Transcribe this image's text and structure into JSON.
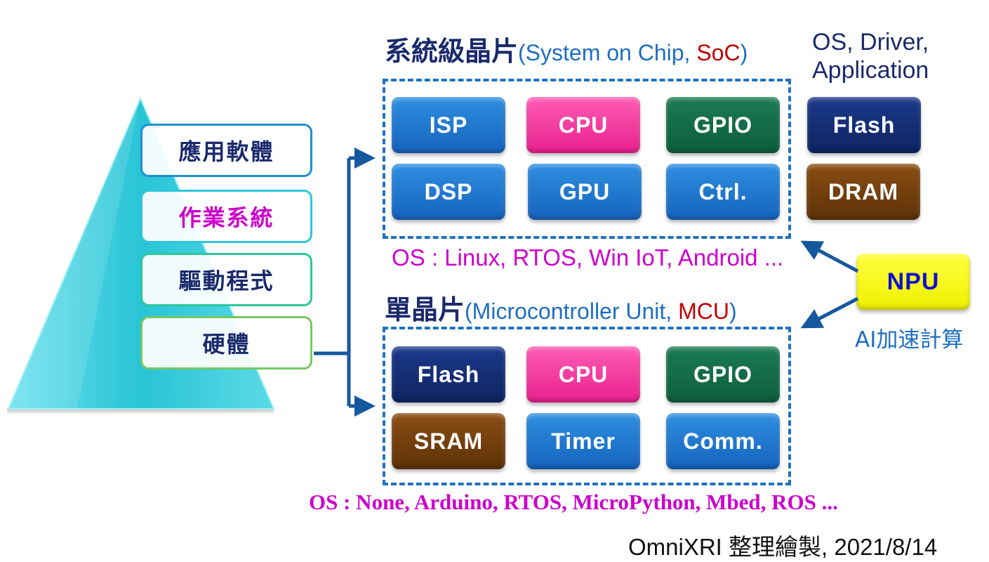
{
  "pyramid": {
    "layers": [
      {
        "label": "應用軟體",
        "border": "#1e8fd0",
        "text_color": "#1a2a6c"
      },
      {
        "label": "作業系統",
        "border": "#2ec8d8",
        "text_color": "#cc00cc"
      },
      {
        "label": "驅動程式",
        "border": "#2cc89a",
        "text_color": "#1a2a6c"
      },
      {
        "label": "硬體",
        "border": "#78c860",
        "text_color": "#1a2a6c"
      }
    ]
  },
  "soc": {
    "title_cjk": "系統級晶片",
    "title_en_prefix": "(System on Chip, ",
    "title_en_abbr": "SoC",
    "title_en_suffix": ")",
    "chips": [
      {
        "label": "ISP",
        "color": "blue"
      },
      {
        "label": "CPU",
        "color": "pink"
      },
      {
        "label": "GPIO",
        "color": "green"
      },
      {
        "label": "DSP",
        "color": "blue"
      },
      {
        "label": "GPU",
        "color": "blue"
      },
      {
        "label": "Ctrl.",
        "color": "blue"
      }
    ],
    "external_chips": [
      {
        "label": "Flash",
        "color": "navy"
      },
      {
        "label": "DRAM",
        "color": "brown"
      }
    ],
    "os_line": "OS : Linux, RTOS, Win IoT, Android ..."
  },
  "side_note": {
    "line1": "OS, Driver,",
    "line2": "Application"
  },
  "mcu": {
    "title_cjk": "單晶片",
    "title_en_prefix": "(Microcontroller Unit, ",
    "title_en_abbr": "MCU",
    "title_en_suffix": ")",
    "chips": [
      {
        "label": "Flash",
        "color": "navy"
      },
      {
        "label": "CPU",
        "color": "pink"
      },
      {
        "label": "GPIO",
        "color": "green"
      },
      {
        "label": "SRAM",
        "color": "brown"
      },
      {
        "label": "Timer",
        "color": "blue"
      },
      {
        "label": "Comm.",
        "color": "blue"
      }
    ],
    "os_line": "OS : None, Arduino, RTOS, MicroPython, Mbed, ROS ..."
  },
  "npu": {
    "label": "NPU",
    "caption": "AI加速計算"
  },
  "credit": "OmniXRI 整理繪製, 2021/8/14",
  "colors": {
    "accent_blue": "#1f72c0",
    "os_magenta": "#cc00cc",
    "abbr_red": "#c00000",
    "heading_navy": "#1a2a6c"
  }
}
